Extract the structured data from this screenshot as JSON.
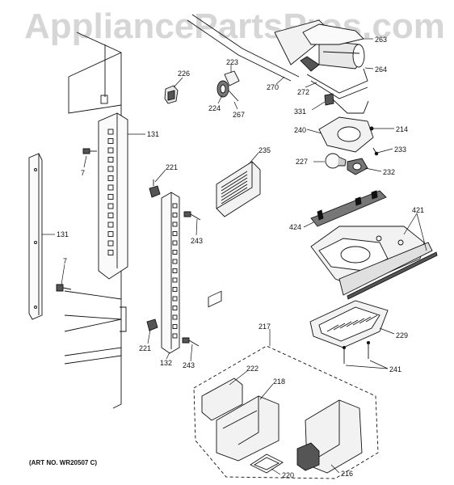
{
  "watermark": "AppliancePartsPros.com",
  "art_number": "(ART NO. WR20507 C)",
  "labels": {
    "l263": "263",
    "l264": "264",
    "l223": "223",
    "l226": "226",
    "l224": "224",
    "l267": "267",
    "l270": "270",
    "l272": "272",
    "l331": "331",
    "l214": "214",
    "l240": "240",
    "l233": "233",
    "l131a": "131",
    "l235": "235",
    "l227": "227",
    "l232": "232",
    "l7a": "7",
    "l221a": "221",
    "l424": "424",
    "l421": "421",
    "l243a": "243",
    "l131b": "131",
    "l7b": "7",
    "l217": "217",
    "l229": "229",
    "l221b": "221",
    "l132": "132",
    "l243b": "243",
    "l241": "241",
    "l222": "222",
    "l218": "218",
    "l220": "220",
    "l216": "216"
  },
  "colors": {
    "line": "#111111",
    "watermark": "#d6d6d6",
    "part_fill": "#f2f2f2",
    "dark_fill": "#555555"
  }
}
